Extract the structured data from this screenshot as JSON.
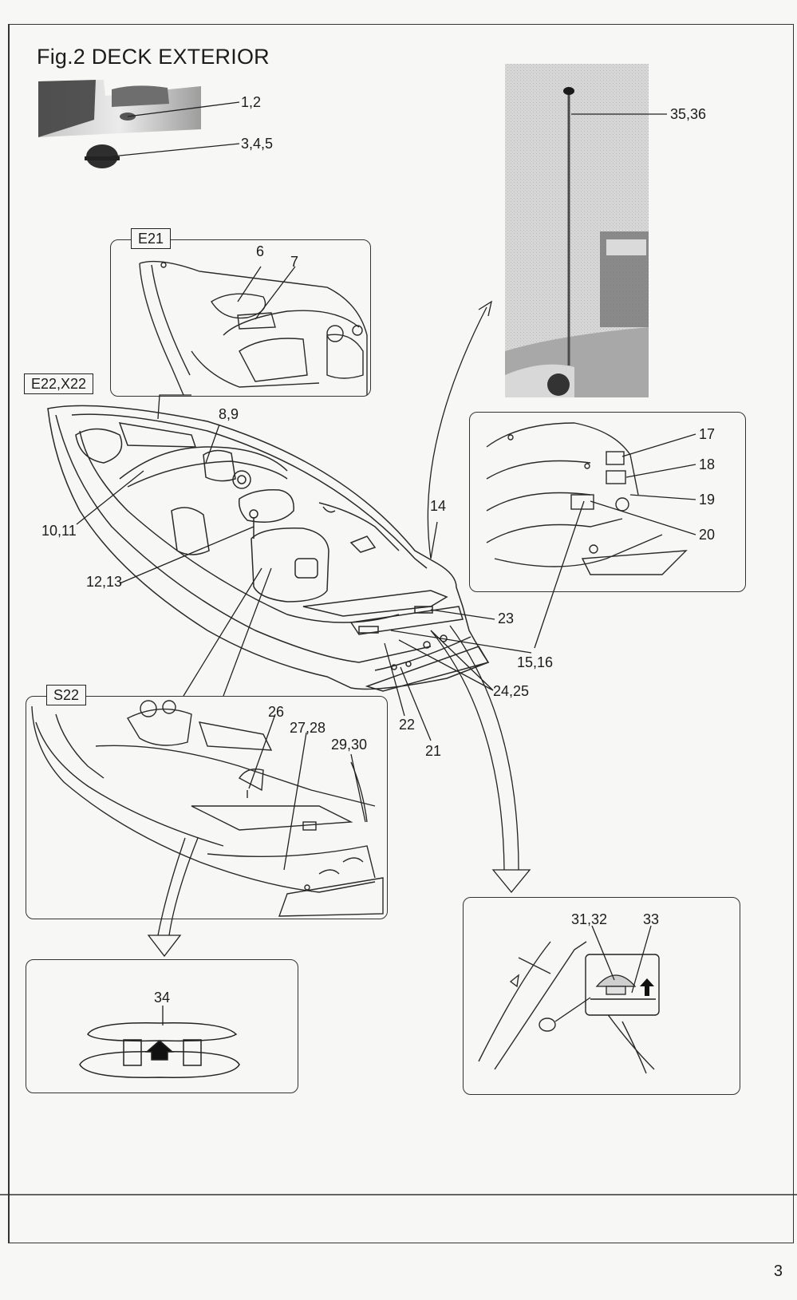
{
  "figure": {
    "title": "Fig.2 DECK EXTERIOR",
    "page_number": "3"
  },
  "insets": {
    "e21": "E21",
    "e22x22": "E22,X22",
    "s22": "S22"
  },
  "callouts": {
    "c1_2": "1,2",
    "c3_4_5": "3,4,5",
    "c6": "6",
    "c7": "7",
    "c8_9": "8,9",
    "c10_11": "10,11",
    "c12_13": "12,13",
    "c14": "14",
    "c15_16": "15,16",
    "c17": "17",
    "c18": "18",
    "c19": "19",
    "c20": "20",
    "c21": "21",
    "c22": "22",
    "c23": "23",
    "c24_25": "24,25",
    "c26": "26",
    "c27_28": "27,28",
    "c29_30": "29,30",
    "c31_32": "31,32",
    "c33": "33",
    "c34": "34",
    "c35_36": "35,36"
  }
}
